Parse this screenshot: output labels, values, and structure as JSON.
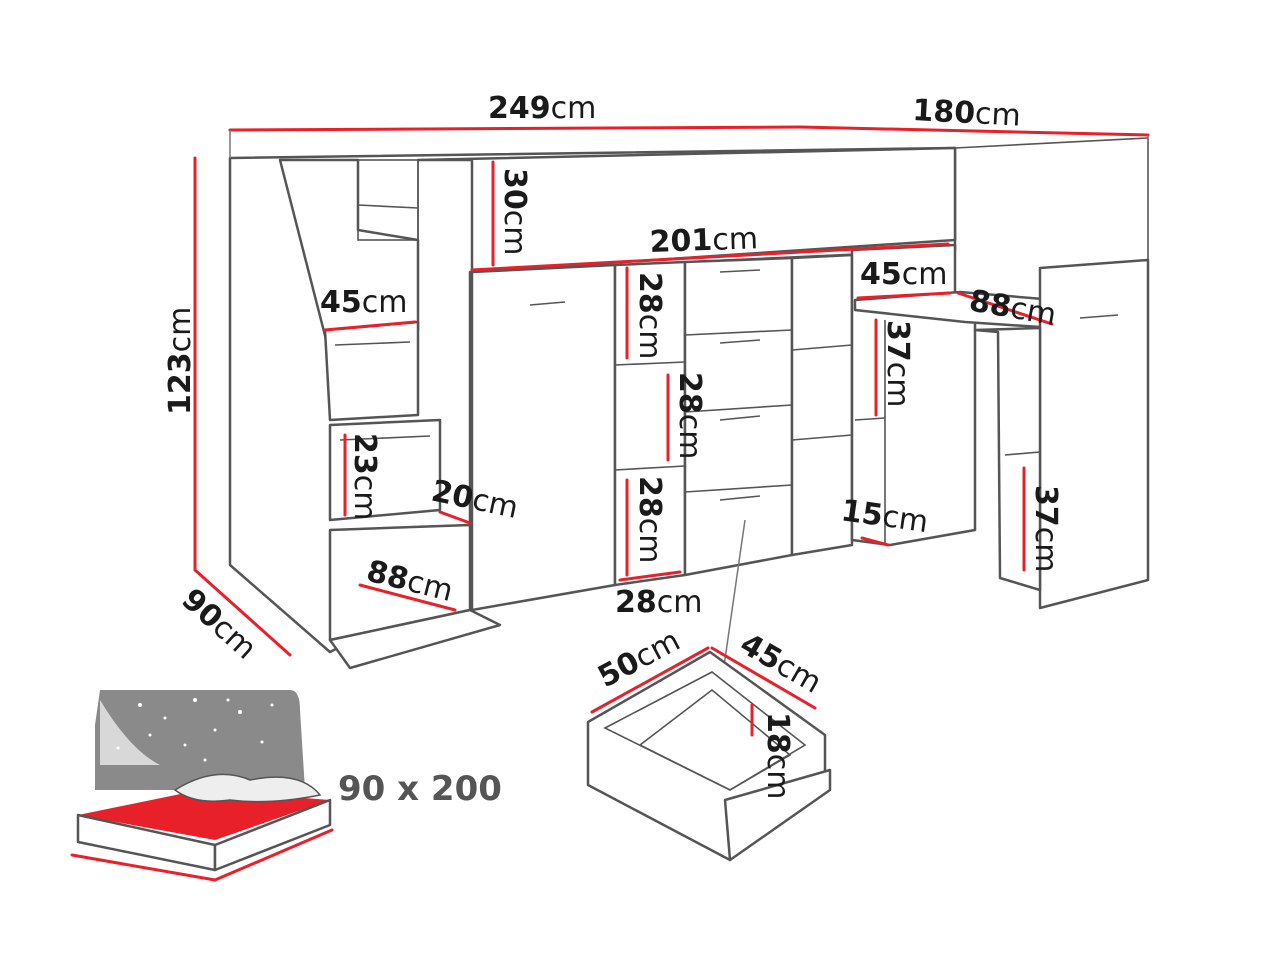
{
  "colors": {
    "outline": "#555555",
    "dimension_line": "#e8202a",
    "text": "#1a1a1a",
    "mattress": "#e8202a",
    "headboard": "#8a8a8a"
  },
  "dimensions": {
    "total_width": {
      "value": "249",
      "unit": "cm"
    },
    "desk_extension": {
      "value": "180",
      "unit": "cm"
    },
    "height": {
      "value": "123",
      "unit": "cm"
    },
    "depth": {
      "value": "90",
      "unit": "cm"
    },
    "top_compartment_height": {
      "value": "30",
      "unit": "cm"
    },
    "inner_width": {
      "value": "201",
      "unit": "cm"
    },
    "stair_step_width": {
      "value": "45",
      "unit": "cm"
    },
    "stair_step_height": {
      "value": "23",
      "unit": "cm"
    },
    "stair_step_depth": {
      "value": "20",
      "unit": "cm"
    },
    "stair_drawer_depth": {
      "value": "88",
      "unit": "cm"
    },
    "shelf_height_upper": {
      "value": "28",
      "unit": "cm"
    },
    "shelf_height_middle": {
      "value": "28",
      "unit": "cm"
    },
    "shelf_height_lower": {
      "value": "28",
      "unit": "cm"
    },
    "shelf_width": {
      "value": "28",
      "unit": "cm"
    },
    "desk_depth": {
      "value": "45",
      "unit": "cm"
    },
    "desk_width": {
      "value": "88",
      "unit": "cm"
    },
    "desk_cabinet_height": {
      "value": "37",
      "unit": "cm"
    },
    "desk_plinth": {
      "value": "15",
      "unit": "cm"
    },
    "desk_side_shelf_height": {
      "value": "37",
      "unit": "cm"
    },
    "drawer_width": {
      "value": "50",
      "unit": "cm"
    },
    "drawer_depth": {
      "value": "45",
      "unit": "cm"
    },
    "drawer_height": {
      "value": "18",
      "unit": "cm"
    }
  },
  "mattress": {
    "size_label": "90 x 200"
  }
}
